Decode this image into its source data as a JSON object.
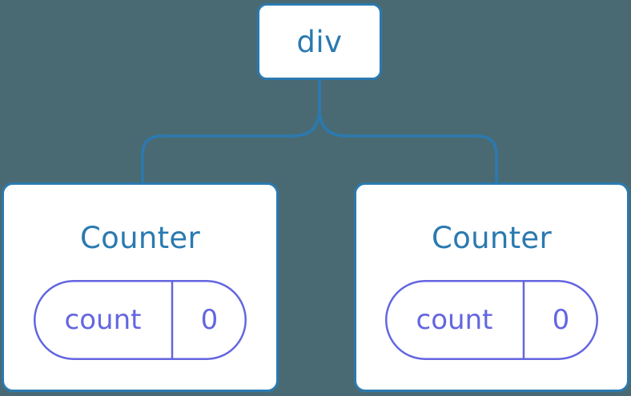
{
  "diagram": {
    "type": "component-tree",
    "background_color": "#4a6a73",
    "node_color": "#2a7ab0",
    "state_color": "#6366e0",
    "root": {
      "label": "div",
      "name": "root-node"
    },
    "children": [
      {
        "title": "Counter",
        "state": {
          "key": "count",
          "value": "0"
        }
      },
      {
        "title": "Counter",
        "state": {
          "key": "count",
          "value": "0"
        }
      }
    ],
    "edges": [
      {
        "from": "div",
        "to": "Counter-left"
      },
      {
        "from": "div",
        "to": "Counter-right"
      }
    ]
  }
}
